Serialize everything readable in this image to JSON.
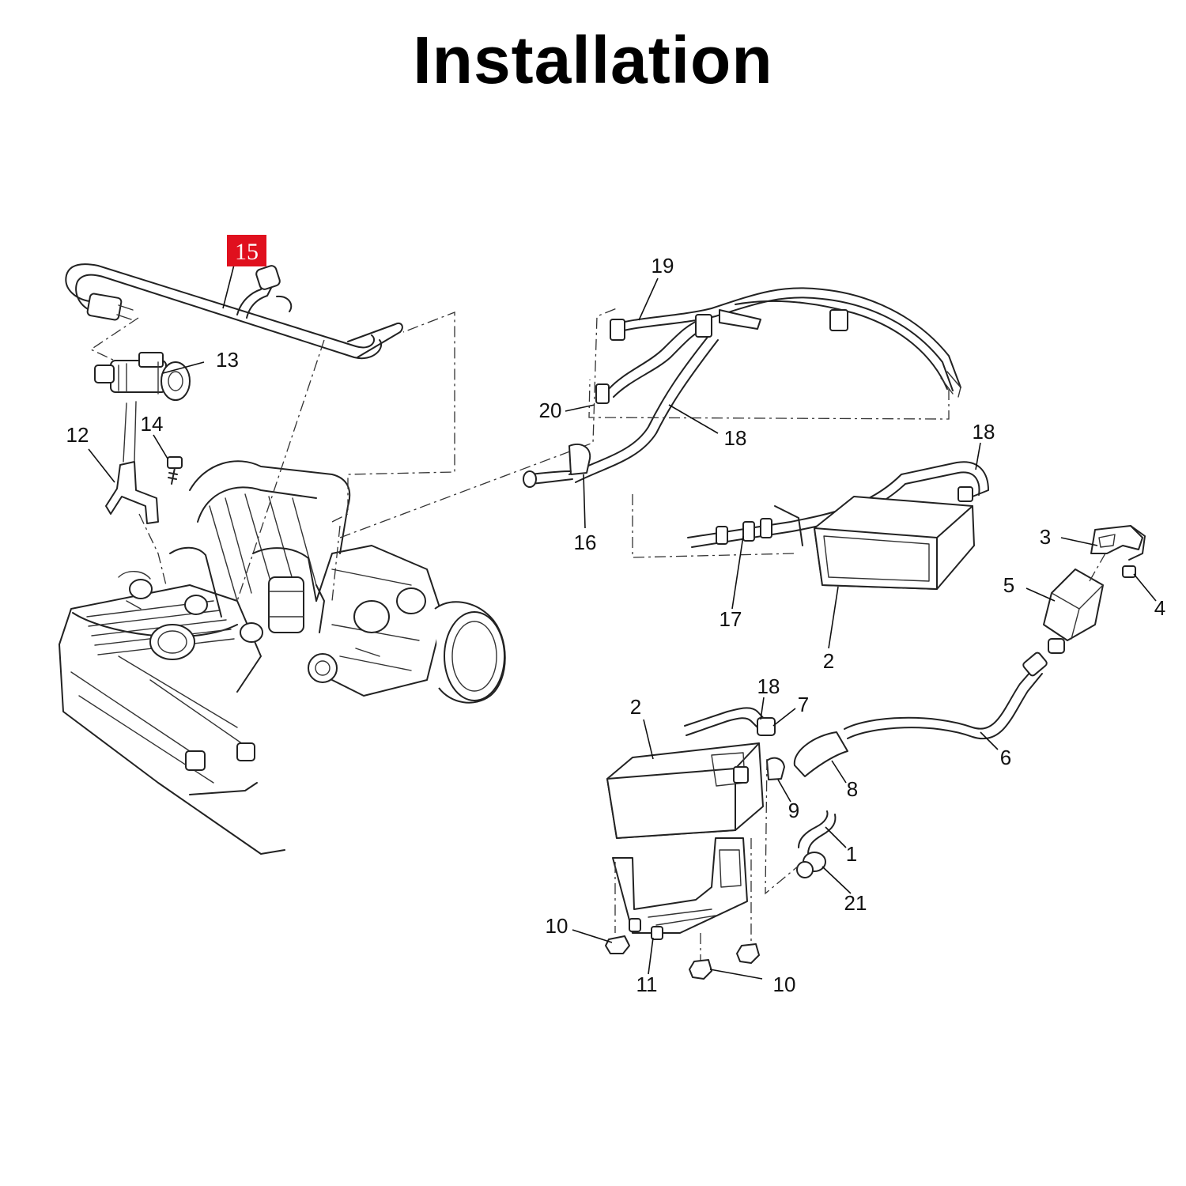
{
  "title": "Installation",
  "highlight_color": "#e0101e",
  "callouts": [
    {
      "id": "c15",
      "label": "15",
      "highlight": true
    },
    {
      "id": "c13",
      "label": "13"
    },
    {
      "id": "c12",
      "label": "12"
    },
    {
      "id": "c14",
      "label": "14"
    },
    {
      "id": "c19",
      "label": "19"
    },
    {
      "id": "c20",
      "label": "20"
    },
    {
      "id": "c18a",
      "label": "18"
    },
    {
      "id": "c18b",
      "label": "18"
    },
    {
      "id": "c18c",
      "label": "18"
    },
    {
      "id": "c16",
      "label": "16"
    },
    {
      "id": "c17",
      "label": "17"
    },
    {
      "id": "c2a",
      "label": "2"
    },
    {
      "id": "c2b",
      "label": "2"
    },
    {
      "id": "c3",
      "label": "3"
    },
    {
      "id": "c4",
      "label": "4"
    },
    {
      "id": "c5",
      "label": "5"
    },
    {
      "id": "c6",
      "label": "6"
    },
    {
      "id": "c7",
      "label": "7"
    },
    {
      "id": "c8",
      "label": "8"
    },
    {
      "id": "c9",
      "label": "9"
    },
    {
      "id": "c1",
      "label": "1"
    },
    {
      "id": "c21",
      "label": "21"
    },
    {
      "id": "c10a",
      "label": "10"
    },
    {
      "id": "c10b",
      "label": "10"
    },
    {
      "id": "c11",
      "label": "11"
    }
  ]
}
